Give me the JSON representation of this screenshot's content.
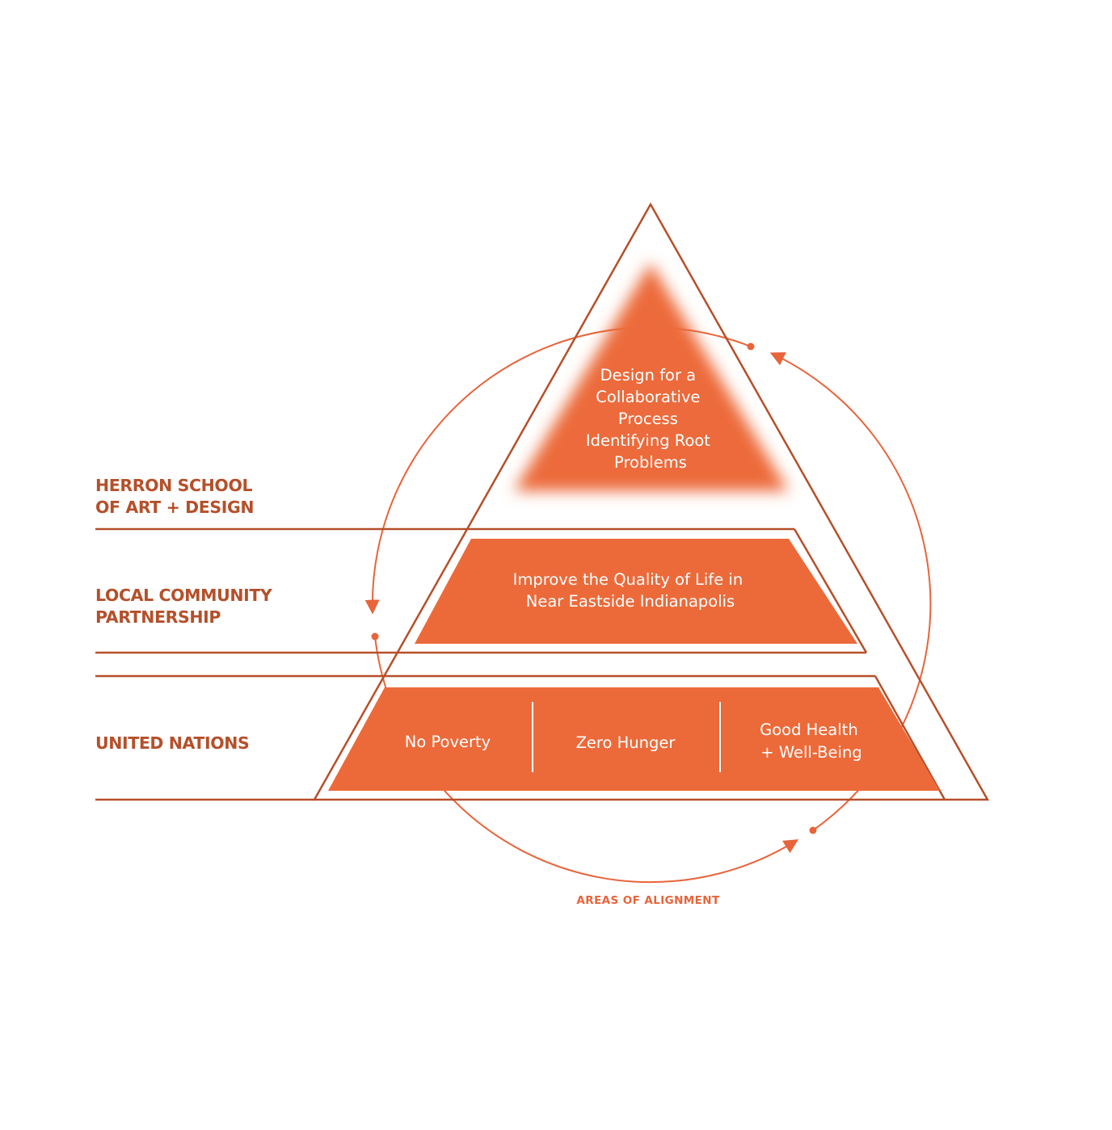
{
  "colors": {
    "line": "#b5502a",
    "fill": "#ec6a3a",
    "label": "#b5502a",
    "caption": "#e8643a",
    "text_on_fill": "#ffffff",
    "background": "#ffffff"
  },
  "levels": {
    "herron": {
      "label_lines": [
        "HERRON SCHOOL",
        "OF ART + DESIGN"
      ],
      "text_lines": [
        "Design for a",
        "Collaborative",
        "Process",
        "Identifying Root",
        "Problems"
      ]
    },
    "community": {
      "label_lines": [
        "LOCAL COMMUNITY",
        "PARTNERSHIP"
      ],
      "text_lines": [
        "Improve the Quality of Life in",
        "Near Eastside Indianapolis"
      ]
    },
    "united_nations": {
      "label_lines": [
        "UNITED NATIONS"
      ],
      "goals": [
        {
          "lines": [
            "No Poverty"
          ]
        },
        {
          "lines": [
            "Zero Hunger"
          ]
        },
        {
          "lines": [
            "Good Health",
            "+ Well-Being"
          ]
        }
      ]
    }
  },
  "cycle": {
    "caption": "AREAS OF ALIGNMENT"
  }
}
